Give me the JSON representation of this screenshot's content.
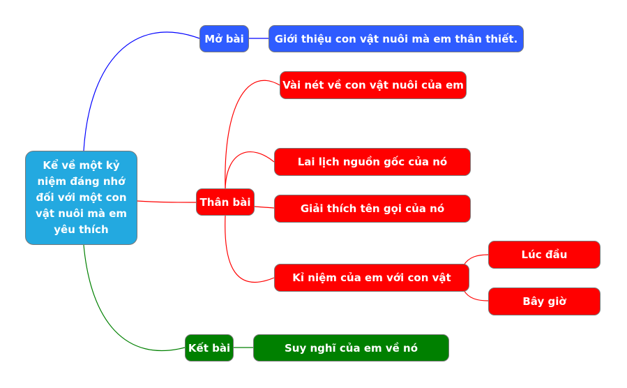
{
  "colors": {
    "root": "#23a9e0",
    "intro": "#2f5cff",
    "body": "#ff0000",
    "conclusion": "#008000"
  },
  "root": "Kể về một kỷ niệm đáng nhớ đối với một con vật nuôi mà em yêu thích",
  "intro": {
    "label": "Mở bài",
    "child": "Giới thiệu con vật nuôi mà em thân thiết."
  },
  "body": {
    "label": "Thân bài",
    "children": [
      "Vài nét về con vật nuôi của em",
      "Lai lịch nguồn gốc của nó",
      "Giải thích tên gọi của nó",
      "Kỉ niệm của em với con vật"
    ],
    "memory_children": [
      "Lúc đầu",
      "Bây giờ"
    ]
  },
  "conclusion": {
    "label": "Kết bài",
    "child": "Suy nghĩ của em về nó"
  }
}
